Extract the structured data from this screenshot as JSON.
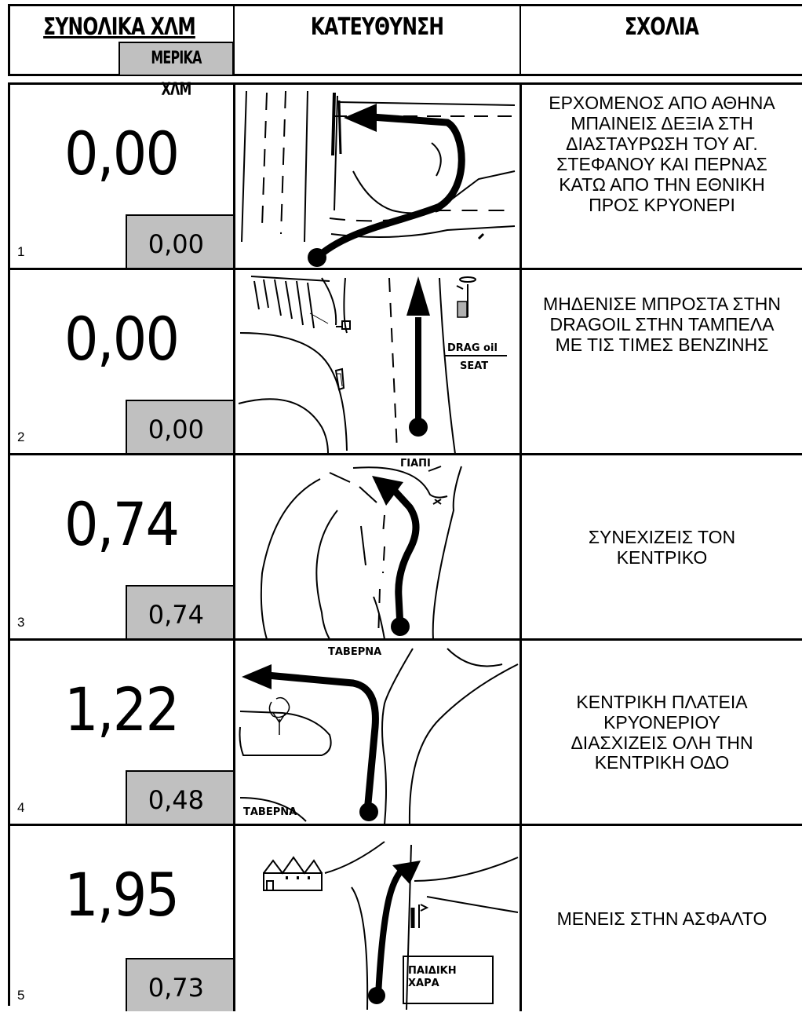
{
  "header": {
    "total_title": "ΣΥΝΟΛΙΚΑ ΧΛΜ",
    "partial_title": "ΜΕΡΙΚΑ ΧΛΜ",
    "direction_title": "ΚΑΤΕΥΘΥΝΣΗ",
    "comments_title": "ΣΧΟΛΙΑ"
  },
  "rows": [
    {
      "index": "1",
      "total": "0,00",
      "partial": "0,00",
      "comment": "ΕΡΧΟΜΕΝΟΣ ΑΠΟ ΑΘΗΝΑ\nΜΠΑΙΝΕΙΣ ΔΕΞΙΑ ΣΤΗ\nΔΙΑΣΤΑΥΡΩΣΗ ΤΟΥ ΑΓ.\nΣΤΕΦΑΝΟΥ ΚΑΙ ΠΕΡΝΑΣ\nΚΑΤΩ ΑΠΟ ΤΗΝ ΕΘΝΙΚΗ\nΠΡΟΣ ΚΡΥΟΝΕΡΙ",
      "labels": []
    },
    {
      "index": "2",
      "total": "0,00",
      "partial": "0,00",
      "comment": "ΜΗΔΕΝΙΣΕ ΜΠΡΟΣΤΑ ΣΤΗΝ\nDRAGOIL ΣΤΗΝ ΤΑΜΠΕΛΑ\nΜΕ ΤΙΣ ΤΙΜΕΣ ΒΕΝΖΙΝΗΣ",
      "labels": [
        "DRAG oil",
        "SEAT"
      ]
    },
    {
      "index": "3",
      "total": "0,74",
      "partial": "0,74",
      "comment": "ΣΥΝΕΧΙΖΕΙΣ ΤΟΝ\nΚΕΝΤΡΙΚΟ",
      "labels": [
        "ΓΙΑΠΙ"
      ]
    },
    {
      "index": "4",
      "total": "1,22",
      "partial": "0,48",
      "comment": "ΚΕΝΤΡΙΚΗ ΠΛΑΤΕΙΑ\nΚΡΥΟΝΕΡΙΟΥ\nΔΙΑΣΧΙΖΕΙΣ ΟΛΗ ΤΗΝ\nΚΕΝΤΡΙΚΗ ΟΔΟ",
      "labels": [
        "ΤΑΒΕΡΝΑ",
        "ΤΑΒΕΡΝΑ"
      ]
    },
    {
      "index": "5",
      "total": "1,95",
      "partial": "0,73",
      "comment": "ΜΕΝΕΙΣ ΣΤΗΝ ΑΣΦΑΛΤΟ",
      "labels": [
        "ΠΑΙΔΙΚΗ",
        "ΧΑΡΑ"
      ]
    }
  ]
}
